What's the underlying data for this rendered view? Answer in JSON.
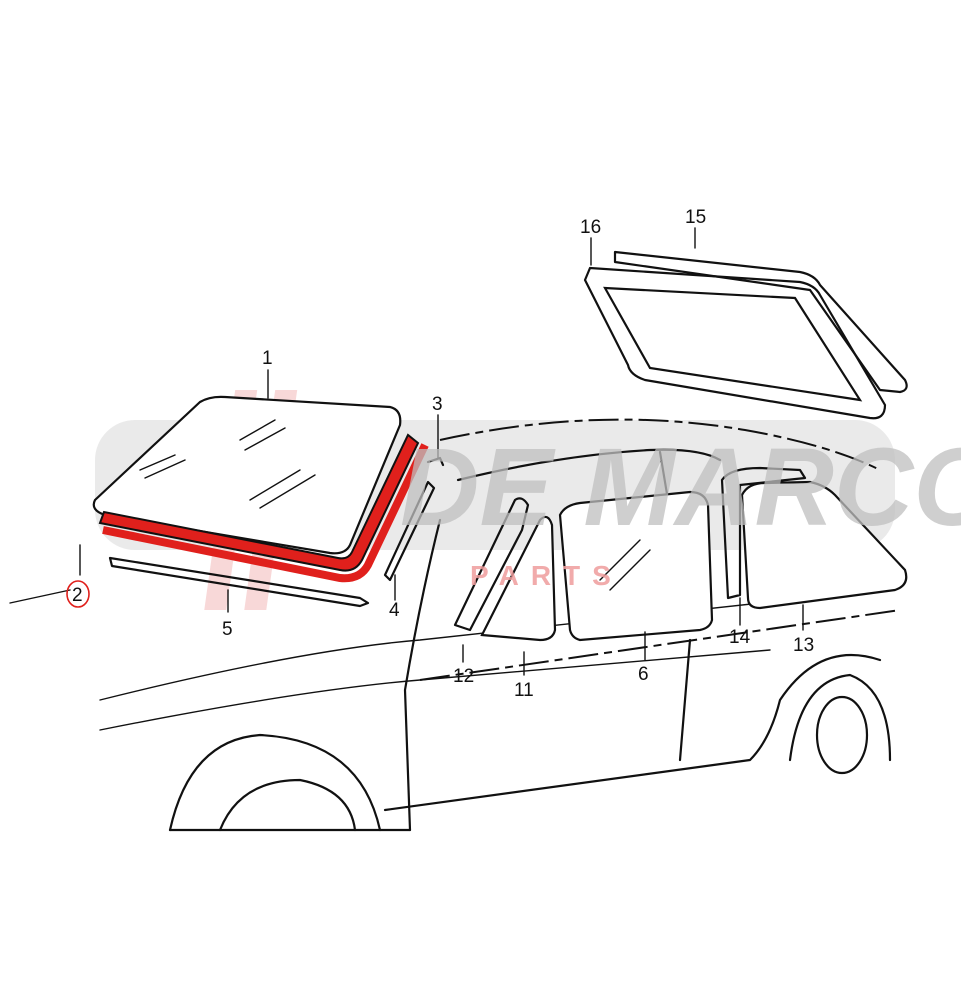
{
  "diagram": {
    "watermark": {
      "text": "DE MARCO",
      "subtext": "PARTS",
      "color": "#c8c8c8",
      "accent": "#f2b8b8"
    },
    "highlight_color": "#e0201c",
    "highlighted_part": "2",
    "callouts": [
      {
        "id": "1",
        "label": "1"
      },
      {
        "id": "2",
        "label": "2"
      },
      {
        "id": "3",
        "label": "3"
      },
      {
        "id": "4",
        "label": "4"
      },
      {
        "id": "5",
        "label": "5"
      },
      {
        "id": "6",
        "label": "6"
      },
      {
        "id": "11",
        "label": "11"
      },
      {
        "id": "12",
        "label": "12"
      },
      {
        "id": "13",
        "label": "13"
      },
      {
        "id": "14",
        "label": "14"
      },
      {
        "id": "15",
        "label": "15"
      },
      {
        "id": "16",
        "label": "16"
      }
    ]
  }
}
